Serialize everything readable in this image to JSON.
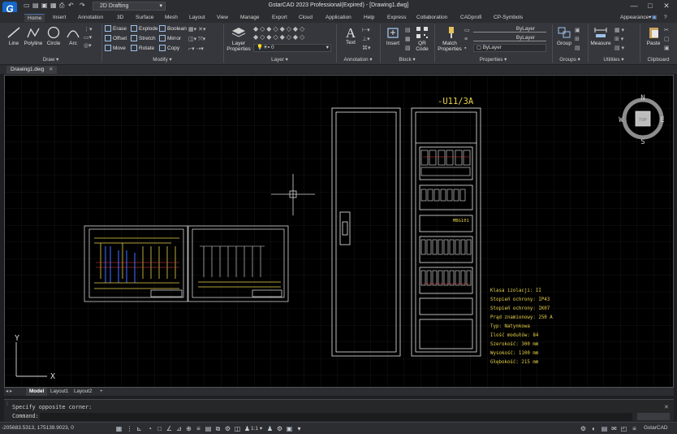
{
  "app": {
    "title": "GstarCAD 2023 Professional(Expired) - [Drawing1.dwg]",
    "logo_letter": "G",
    "workspace": "2D Drafting",
    "appearance": "Appearance"
  },
  "menu_tabs": [
    "Home",
    "Insert",
    "Annotation",
    "3D",
    "Surface",
    "Mesh",
    "Layout",
    "View",
    "Manage",
    "Export",
    "Cloud",
    "Application",
    "Help",
    "Express",
    "Collaboration",
    "CADprofi",
    "CP-Symbols"
  ],
  "ribbon": {
    "draw": {
      "label": "Draw",
      "tools": [
        "Line",
        "Polyline",
        "Circle",
        "Arc"
      ]
    },
    "modify": {
      "label": "Modify",
      "tools": [
        "Erase",
        "Explode",
        "Boolean",
        "Offset",
        "Stretch",
        "Mirror",
        "Move",
        "Rotate",
        "Copy"
      ]
    },
    "layer": {
      "label": "Layer",
      "properties": "Layer Properties",
      "current": "0"
    },
    "annotation": {
      "label": "Annotation",
      "text": "Text"
    },
    "block": {
      "label": "Block",
      "insert": "Insert",
      "qr": "QR Code"
    },
    "properties": {
      "label": "Properties",
      "match": "Match Properties",
      "bylayer1": "ByLayer",
      "bylayer2": "ByLayer",
      "bylayer3": "ByLayer"
    },
    "groups": {
      "label": "Groups",
      "group": "Group"
    },
    "utilities": {
      "label": "Utilities",
      "measure": "Measure"
    },
    "clipboard": {
      "label": "Clipboard",
      "paste": "Paste"
    }
  },
  "document": {
    "tab": "Drawing1.dwg"
  },
  "viewcube": {
    "n": "N",
    "s": "S",
    "e": "E",
    "w": "W",
    "top": "TOP"
  },
  "ucs": {
    "x": "X",
    "y": "Y"
  },
  "drawing": {
    "cabinet_label": "-U11/3A",
    "module_label": "MBG101",
    "specs": [
      "Klasa izolacji: II",
      "Stopień ochrony: IP43",
      "Stopień ochrony: IK07",
      "Prąd znamionowy: 250 A",
      "Typ: Natynkowa",
      "Ilość modułów: 84",
      "Szerokość: 300 mm",
      "Wysokość: 1100 mm",
      "Głębokość: 215 mm"
    ]
  },
  "layout_tabs": [
    "Model",
    "Layout1",
    "Layout2",
    "+"
  ],
  "command": {
    "history": "Specify opposite corner:",
    "prompt": "Command:"
  },
  "status": {
    "coords": "-205683.5313, 175139.9023, 0",
    "scale": "1:1",
    "brand": "GstarCAD"
  },
  "colors": {
    "accent": "#1668c9",
    "canvas": "#000000",
    "drawing_white": "#e8e8e8",
    "drawing_yellow": "#e8d24a",
    "drawing_blue": "#3a5ee8",
    "drawing_red": "#e04040"
  }
}
